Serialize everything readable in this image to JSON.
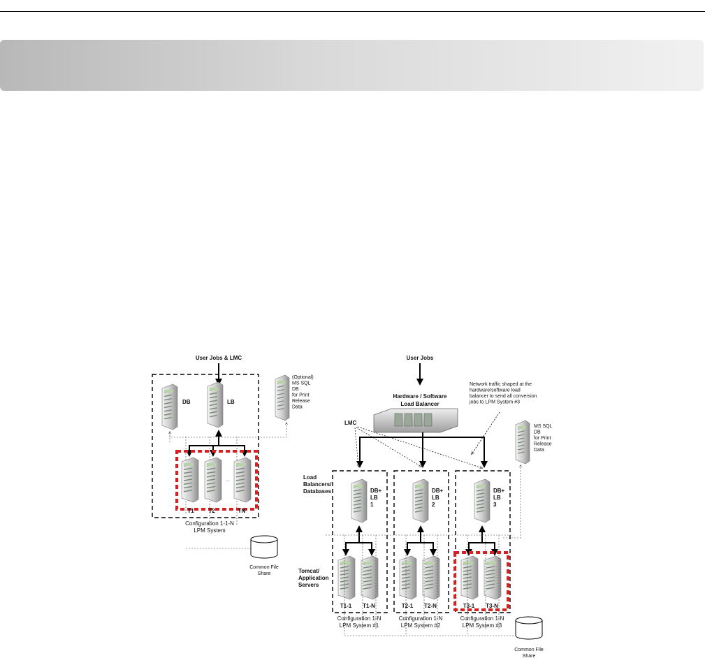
{
  "left": {
    "input_label": "User Jobs & LMC",
    "db_label": "DB",
    "lb_label": "LB",
    "optional_db_lines": [
      "(Optional)",
      "MS SQL",
      "DB",
      "for Print",
      "Release",
      "Data"
    ],
    "servers": [
      "T1",
      "T2",
      "TN"
    ],
    "ellipsis": "...",
    "config_lines": [
      "Configuration 1-1-N",
      "LPM System"
    ],
    "share_lines": [
      "Common File",
      "Share"
    ]
  },
  "right": {
    "input_label": "User Jobs",
    "balancer_lines": [
      "Hardware / Software",
      "Load Balancer"
    ],
    "note_lines": [
      "Network traffic shaped at the",
      "hardware/software load",
      "balancer to send all conversion",
      "jobs to LPM System #3"
    ],
    "lmc_label": "LMC",
    "msdb_lines": [
      "MS SQL",
      "DB",
      "for Print",
      "Release",
      "Data"
    ],
    "row_label_lb": [
      "Load",
      "Balancers/",
      "Databases"
    ],
    "row_label_app": [
      "Tomcat/",
      "Application",
      "Servers"
    ],
    "systems": [
      {
        "db_lines": [
          "DB+",
          "LB",
          "1"
        ],
        "servers": [
          "T1-1",
          "T1-N"
        ],
        "config_lines": [
          "Configuration 1-N",
          "LPM System #1"
        ]
      },
      {
        "db_lines": [
          "DB+",
          "LB",
          "2"
        ],
        "servers": [
          "T2-1",
          "T2-N"
        ],
        "config_lines": [
          "Configuration 1-N",
          "LPM System #2"
        ]
      },
      {
        "db_lines": [
          "DB+",
          "LB",
          "3"
        ],
        "servers": [
          "T3-1",
          "T3-N"
        ],
        "config_lines": [
          "Configuration 1-N",
          "LPM System #3"
        ]
      }
    ],
    "share_lines": [
      "Common File",
      "Share"
    ]
  }
}
